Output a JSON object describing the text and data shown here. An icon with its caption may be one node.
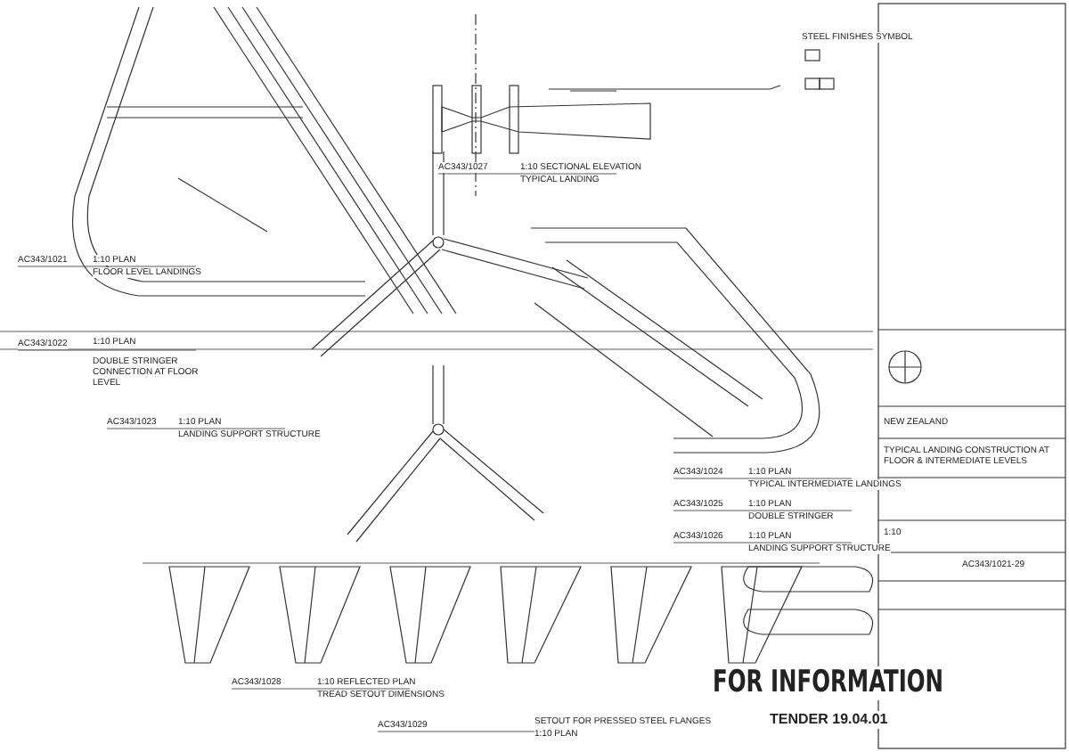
{
  "diagram": {
    "labels": [
      "AC343/1021",
      "1:10 PLAN",
      "FLOOR LEVEL LANDINGS",
      "AC343/1022",
      "1:10 PLAN",
      "DOUBLE STRINGER CONNECTION AT FLOOR LEVEL",
      "AC343/1023",
      "1:10 PLAN",
      "LANDING SUPPORT STRUCTURE",
      "AC343/1027",
      "1:10 SECTIONAL ELEVATION",
      "TYPICAL LANDING",
      "STEEL FINISHES SYMBOL",
      "AC343/1024",
      "1:10 PLAN",
      "TYPICAL INTERMEDIATE LANDINGS",
      "AC343/1025",
      "1:10 PLAN",
      "DOUBLE STRINGER",
      "AC343/1026",
      "1:10 PLAN",
      "LANDING SUPPORT STRUCTURE",
      "AC343/1028",
      "1:10 REFLECTED PLAN",
      "TREAD SETOUT DIMENSIONS",
      "AC343/1029",
      "SETOUT FOR PRESSED STEEL FLANGES",
      "1:10 PLAN",
      "FOR INFORMATION",
      "TENDER 19.04.01",
      "NEW ZEALAND",
      "TYPICAL LANDING CONSTRUCTION AT FLOOR & INTERMEDIATE LEVELS",
      "1:10",
      "AC343/1021-29"
    ]
  }
}
